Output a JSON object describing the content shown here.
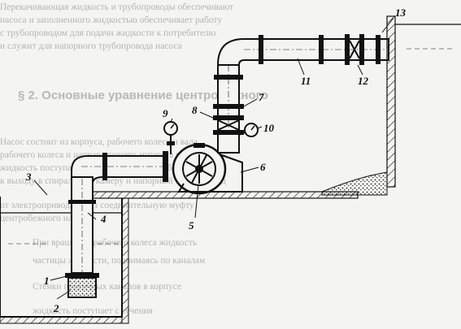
{
  "background_text": {
    "heading": "§ 2. Основные уравнение центробежного",
    "lines": [
      "Перекачивающая жидкость и трубопроводы обеспечивают",
      "насоса и заполненного жидкостью обеспечивает работу",
      "с трубопроводом для подачи жидкости к потребителю",
      "и служит для напорного трубопровода насоса",
      "Насос состоит из корпуса, рабочего колеса и вала",
      "рабочего колеса и направляющего аппарата насосной",
      "жидкость поступает в рабочее колесо и отбрасывается",
      "к выходу в спиральную камеру и напорный трубопровод",
      "от электропривода через соединительную муфту",
      "центробежного насоса",
      "При вращении рабочего колеса жидкость",
      "частицы жидкости, поднимаясь по каналам",
      "Стенки проточных каналов в корпусе",
      "жидкость поступает с сечения"
    ]
  },
  "labels": {
    "n1": "1",
    "n2": "2",
    "n3": "3",
    "n4": "4",
    "n5": "5",
    "n6": "6",
    "n7": "7",
    "n8": "8",
    "n9": "9",
    "n10": "10",
    "n11": "11",
    "n12": "12",
    "n13": "13"
  },
  "colors": {
    "ink": "#111111",
    "paper": "#f4f4f2",
    "faded_text": "#b4b4b2"
  }
}
